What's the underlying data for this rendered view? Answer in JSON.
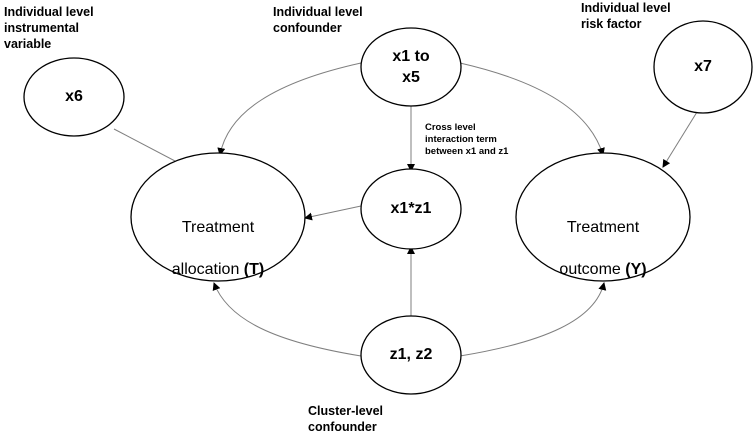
{
  "colors": {
    "node_stroke": "#000000",
    "edge": "#7f7f7f",
    "text": "#000000"
  },
  "labels": {
    "instrumental": "Individual level\ninstrumental\nvariable",
    "confounder": "Individual level\nconfounder",
    "risk_factor": "Individual level\nrisk factor",
    "cross_level": "Cross level\ninteraction term\nbetween x1 and z1",
    "cluster": "Cluster-level\nconfounder"
  },
  "nodes": {
    "x6": "x6",
    "x1_x5": "x1 to\nx5",
    "x7": "x7",
    "x1z1": "x1*z1",
    "z1z2": "z1, z2",
    "treatment_line1": "Treatment",
    "treatment_line2": "allocation ",
    "treatment_bold": "(T)",
    "outcome_line1": "Treatment",
    "outcome_line2": "outcome ",
    "outcome_bold": "(Y)"
  }
}
